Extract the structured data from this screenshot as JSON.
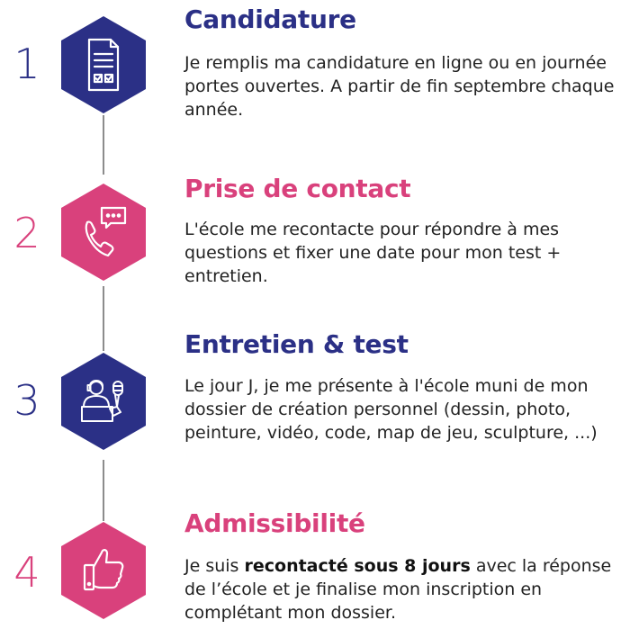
{
  "colors": {
    "navy": "#2b3086",
    "pink": "#d9417c",
    "connector": "#8c8c8c",
    "icon_stroke": "#ffffff"
  },
  "steps": [
    {
      "number": "1",
      "color": "#2b3086",
      "icon": "application-form-icon",
      "title": "Candidature",
      "description": "Je remplis ma candidature en ligne ou en journée portes ouvertes. A partir de fin septembre chaque année."
    },
    {
      "number": "2",
      "color": "#d9417c",
      "icon": "phone-chat-icon",
      "title": "Prise de contact",
      "description": "L'école me recontacte pour répondre à mes questions et fixer une date pour mon test + entretien."
    },
    {
      "number": "3",
      "color": "#2b3086",
      "icon": "interview-icon",
      "title": "Entretien & test",
      "description": "Le jour J, je me présente à l'école muni de mon dossier de création personnel (dessin, photo, peinture, vidéo, code, map de jeu, sculpture, ...)"
    },
    {
      "number": "4",
      "color": "#d9417c",
      "icon": "thumbs-up-icon",
      "title": "Admissibilité",
      "description_before": "Je suis ",
      "description_bold": "recontacté sous 8 jours",
      "description_after": " avec la réponse de l’école et je finalise mon inscription en complétant mon dossier."
    }
  ]
}
